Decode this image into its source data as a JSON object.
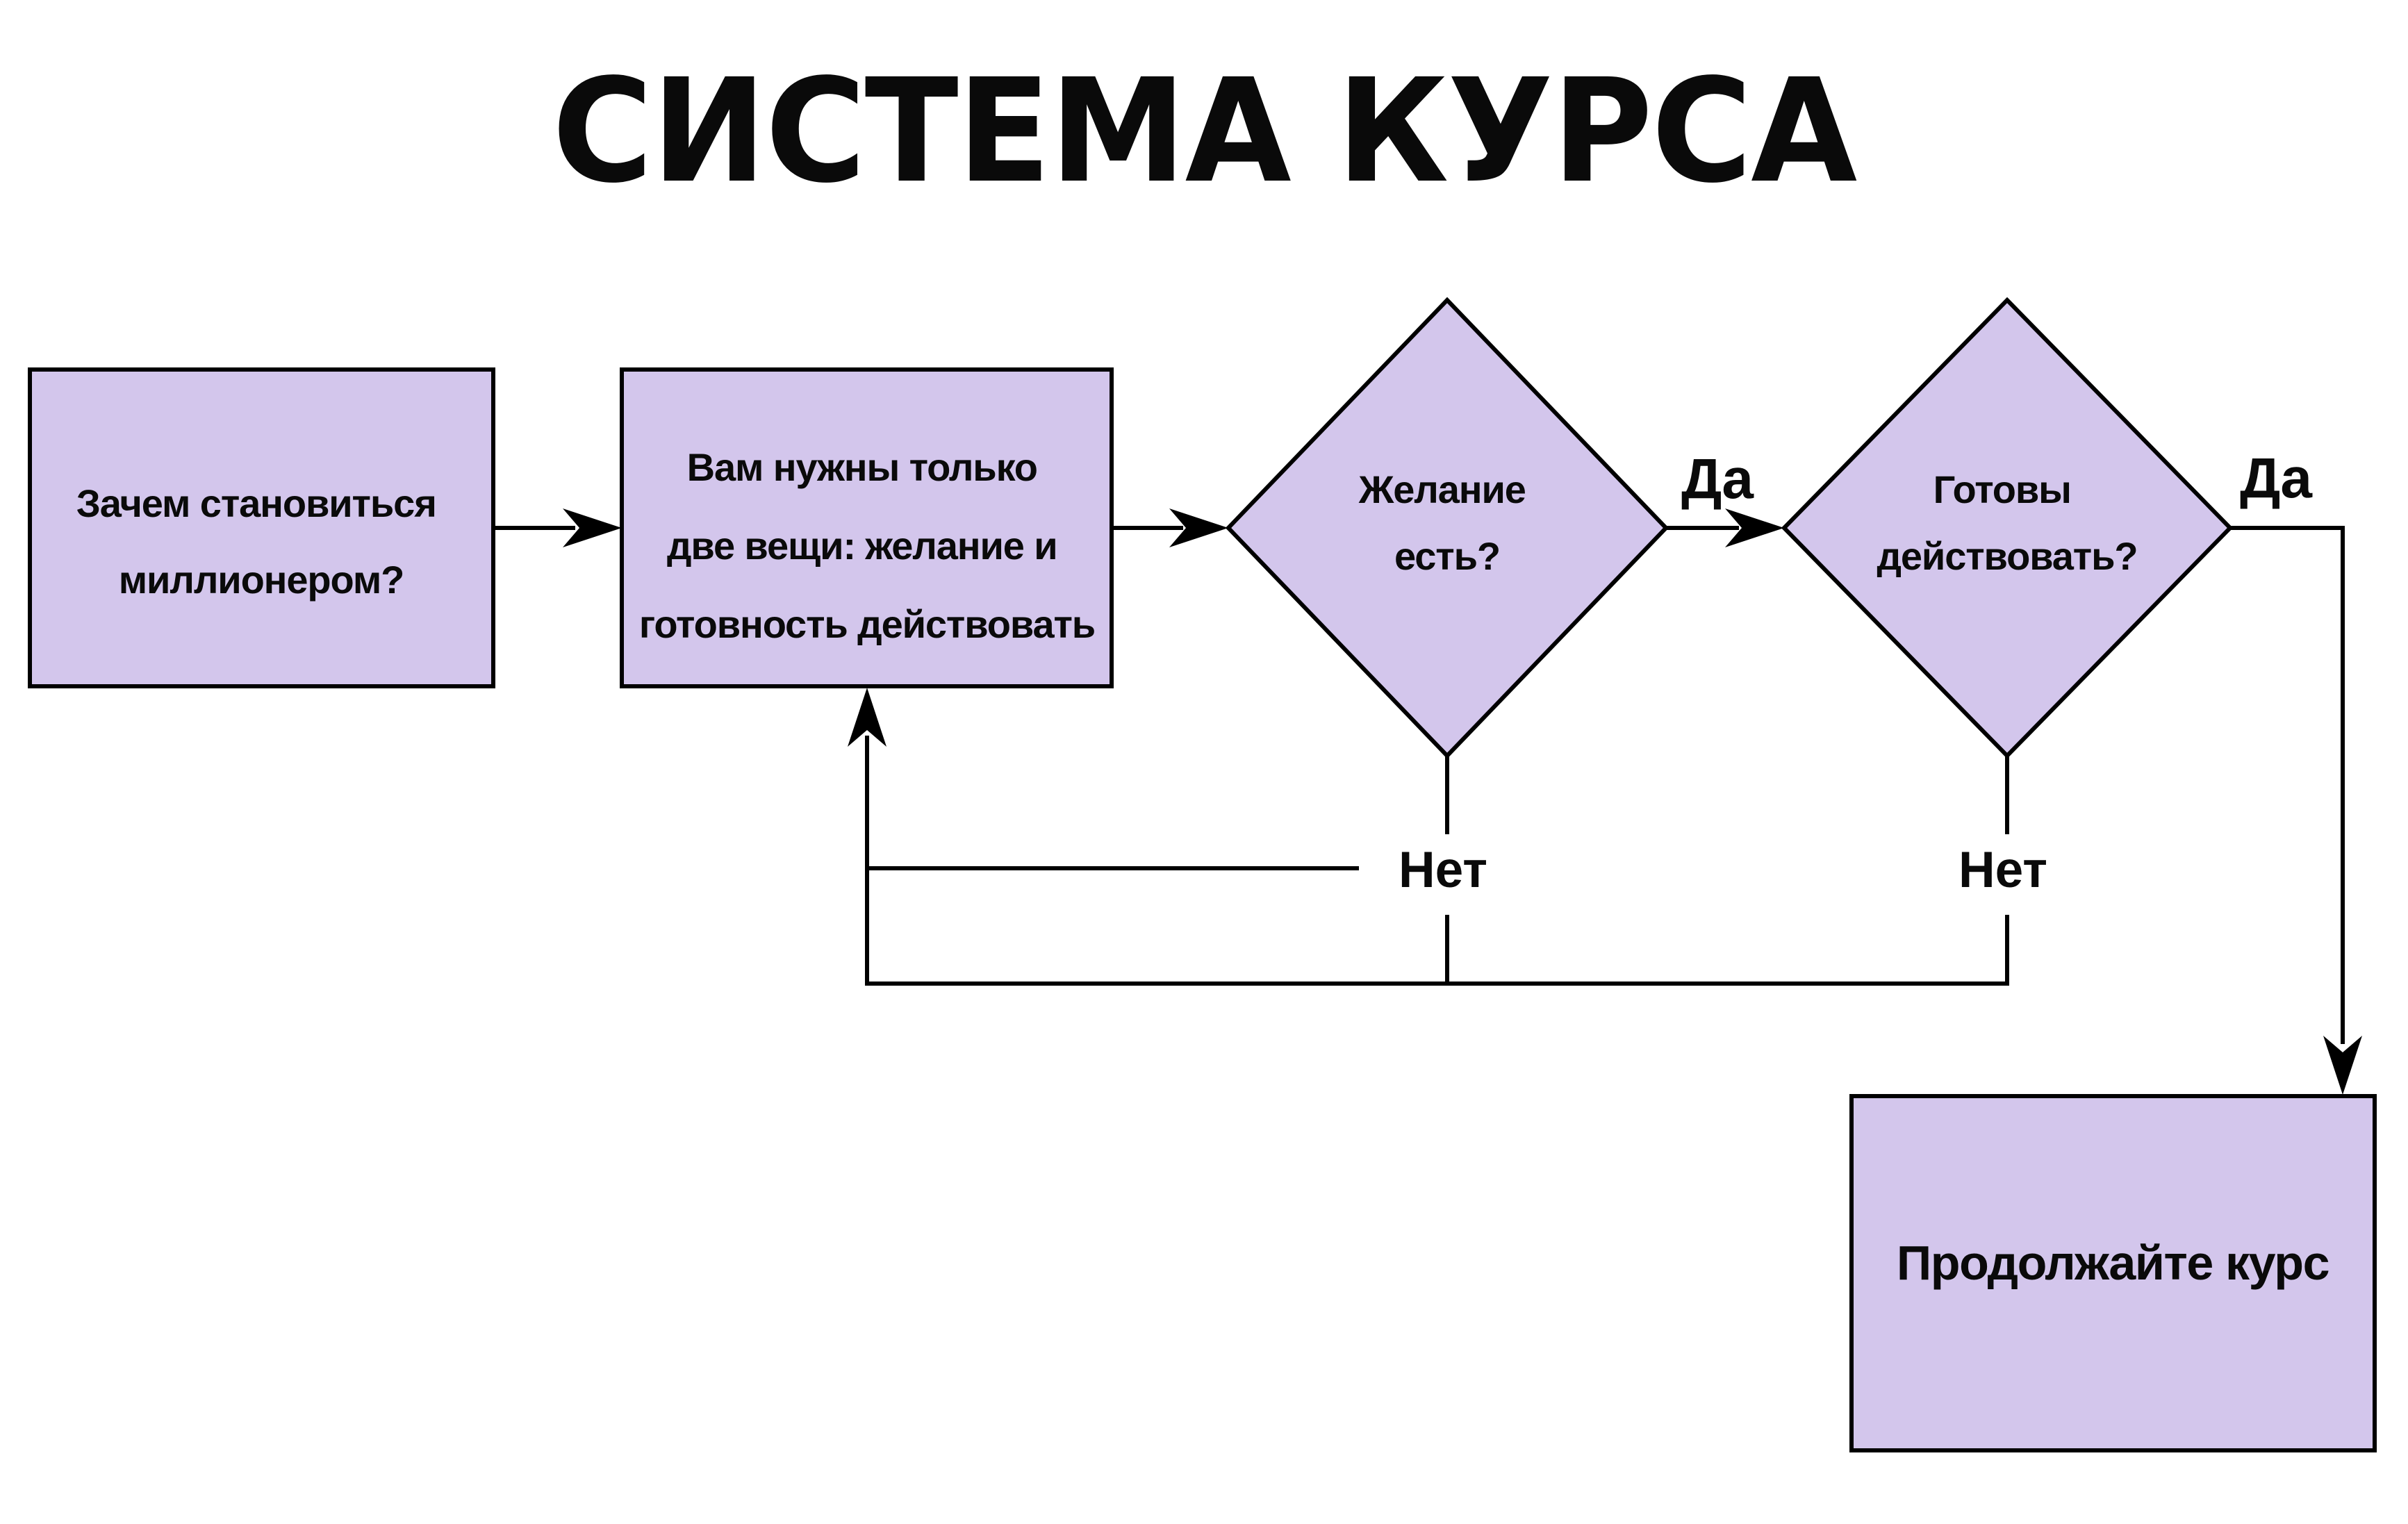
{
  "title": "СИСТЕМА КУРСА",
  "colors": {
    "background": "#FFFFFF",
    "node_fill": "#D3C6EC",
    "node_stroke": "#000000",
    "connector": "#000000",
    "text": "#0A0A0A"
  },
  "nodes": {
    "start": {
      "shape": "rectangle",
      "lines": [
        "Зачем становиться",
        "миллионером?"
      ]
    },
    "requirements": {
      "shape": "rectangle",
      "lines": [
        "Вам нужны только",
        "две вещи: желание и",
        "готовность действовать"
      ]
    },
    "desire": {
      "shape": "diamond",
      "lines": [
        "Желание",
        "есть?"
      ]
    },
    "readiness": {
      "shape": "diamond",
      "lines": [
        "Готовы",
        "действовать?"
      ]
    },
    "continue_course": {
      "shape": "rectangle",
      "lines": [
        "Продолжайте курс"
      ]
    }
  },
  "edge_labels": {
    "desire_yes": "Да",
    "readiness_yes": "Да",
    "desire_no": "Нет",
    "readiness_no": "Нет"
  }
}
